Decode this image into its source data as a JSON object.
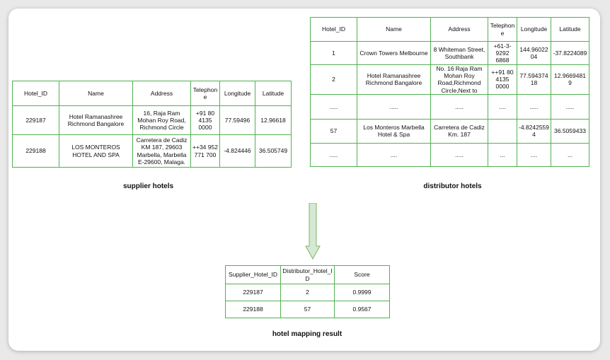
{
  "supplier": {
    "caption": "supplier hotels",
    "headers": [
      "Hotel_ID",
      "Name",
      "Address",
      "Telephone",
      "Longitude",
      "Latitude"
    ],
    "rows": [
      [
        "229187",
        "Hotel Ramanashree Richmond Bangalore",
        "16, Raja Ram Mohan Roy Road, Richmond Circle",
        "+91 80 4135 0000",
        "77.59496",
        "12.96618"
      ],
      [
        "229188",
        "LOS MONTEROS HOTEL AND SPA",
        "Carretera de Cadiz KM 187, 29603 Marbella, Marbella E-29600, Malaga.",
        "++34 952 771 700",
        "-4.824446",
        "36.505749"
      ]
    ]
  },
  "distributor": {
    "caption": "distributor hotels",
    "headers": [
      "Hotel_ID",
      "Name",
      "Address",
      "Telephone",
      "Longitude",
      "Latitude"
    ],
    "rows": [
      [
        "1",
        "Crown Towers Melbourne",
        "8 Whiteman Street, Southbank",
        "+61-3-9292 6868",
        "144.9602204",
        "-37.8224089"
      ],
      [
        "2",
        "Hotel Ramanashree Richmond Bangalore",
        "No. 16 Raja Ram Mohan Roy Road,Richmond Circle,Next to",
        "++91 80 4135 0000",
        "77.59437418",
        "12.96694819"
      ],
      [
        ".....",
        ".....",
        ".....",
        "....",
        ".....",
        "....."
      ],
      [
        "57",
        "Los Monteros Marbella Hotel & Spa",
        "Carretera de Cadiz Km. 187",
        "",
        "-4.82425594",
        "36.5059433"
      ],
      [
        ".....",
        "....",
        ".....",
        "...",
        "....",
        "..."
      ]
    ]
  },
  "result": {
    "caption": "hotel mapping result",
    "headers": [
      "Supplier_Hotel_ID",
      "Distributor_Hotel_ID",
      "Score"
    ],
    "rows": [
      [
        "229187",
        "2",
        "0.9999"
      ],
      [
        "229188",
        "57",
        "0.9567"
      ]
    ]
  },
  "colors": {
    "border": "#52b152",
    "arrow_fill": "#d5e8d4",
    "arrow_stroke": "#82b366"
  }
}
